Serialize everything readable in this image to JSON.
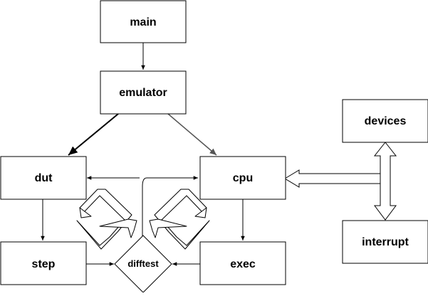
{
  "nodes": {
    "main": "main",
    "emulator": "emulator",
    "dut": "dut",
    "cpu": "cpu",
    "step": "step",
    "exec": "exec",
    "difftest": "difftest",
    "devices": "devices",
    "interrupt": "interrupt"
  },
  "colors": {
    "stroke": "#000000",
    "fill": "#ffffff",
    "gray_edge": "#555555"
  }
}
